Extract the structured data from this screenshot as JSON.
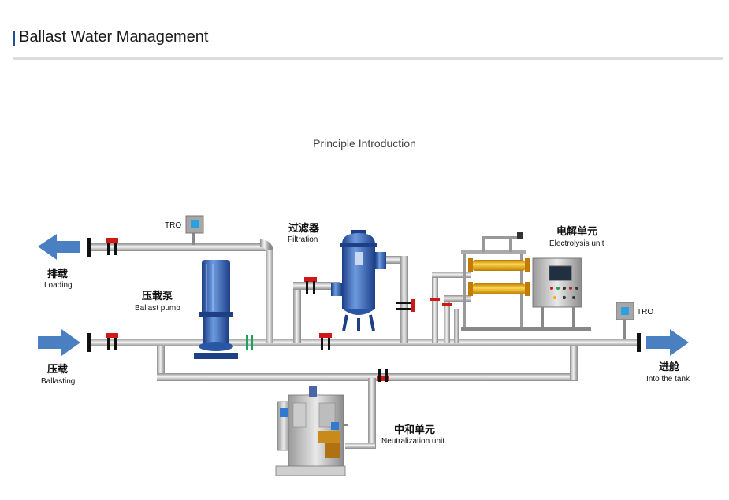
{
  "header": {
    "title": "Ballast Water Management"
  },
  "section": {
    "subtitle": "Principle Introduction"
  },
  "labels": {
    "discharge_cn": "排载",
    "discharge_en": "Loading",
    "ballasting_cn": "压载",
    "ballasting_en": "Ballasting",
    "pump_cn": "压载泵",
    "pump_en": "Ballast pump",
    "filter_cn": "过滤器",
    "filter_en": "Filtration",
    "electrolysis_cn": "电解单元",
    "electrolysis_en": "Electrolysis unit",
    "neutralization_cn": "中和单元",
    "neutralization_en": "Neutralization unit",
    "into_tank_cn": "进舱",
    "into_tank_en": "Into the tank",
    "tro_left": "TRO",
    "tro_right": "TRO"
  },
  "colors": {
    "arrow": "#4a7fc1",
    "pipe": "#a9a9a9",
    "valve": "#d01818",
    "equipment": "#3b6fbf",
    "tube": "#f0b400",
    "sensor": "#2e9fe0"
  }
}
